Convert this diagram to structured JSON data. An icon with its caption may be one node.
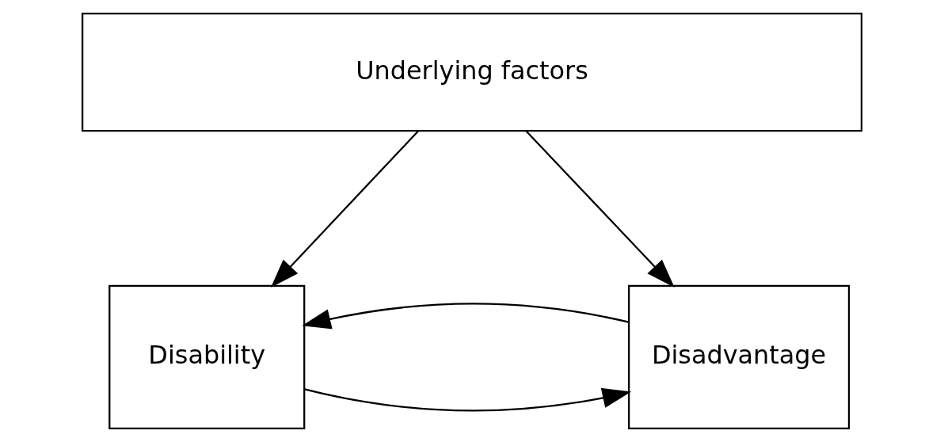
{
  "diagram": {
    "nodes": [
      {
        "text": [
          "Underlying factors"
        ]
      },
      {
        "text": [
          "Disability"
        ]
      },
      {
        "text": [
          "Disadvantage"
        ]
      }
    ],
    "edges": [
      {
        "from": 0,
        "to": 1,
        "arrow": "to"
      },
      {
        "from": 0,
        "to": 2,
        "arrow": "to"
      },
      {
        "from": 1,
        "to": 2,
        "arrow": "to"
      },
      {
        "from": 2,
        "to": 1,
        "arrow": "to"
      }
    ]
  }
}
